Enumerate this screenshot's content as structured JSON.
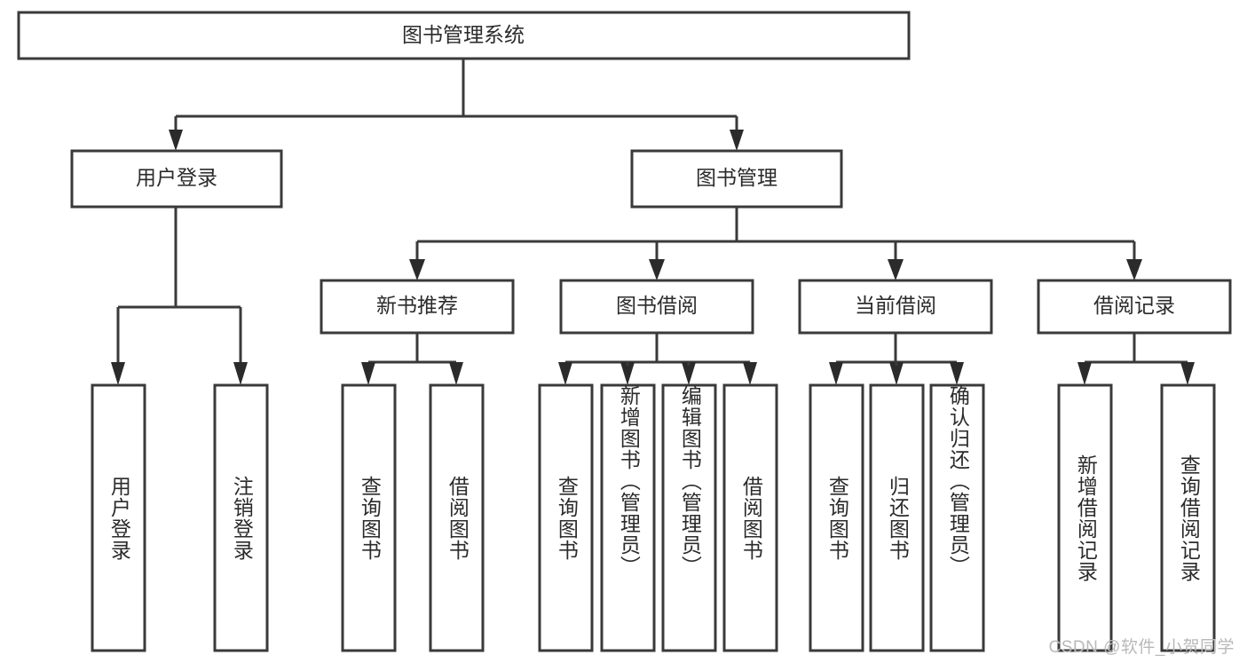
{
  "diagram": {
    "type": "tree-hierarchy",
    "title": "图书管理系统",
    "orientation": "top-down",
    "root": {
      "label": "图书管理系统"
    },
    "level2": [
      {
        "label": "用户登录"
      },
      {
        "label": "图书管理"
      }
    ],
    "level3": [
      {
        "label": "新书推荐"
      },
      {
        "label": "图书借阅"
      },
      {
        "label": "当前借阅"
      },
      {
        "label": "借阅记录"
      }
    ],
    "leaves": {
      "user_login": [
        {
          "label": "用户登录"
        },
        {
          "label": "注销登录"
        }
      ],
      "new_book_recommend": [
        {
          "label": "查询图书"
        },
        {
          "label": "借阅图书"
        }
      ],
      "book_borrow": [
        {
          "label": "查询图书"
        },
        {
          "label": "新增图书（管理员）"
        },
        {
          "label": "编辑图书（管理员）"
        },
        {
          "label": "借阅图书"
        }
      ],
      "current_borrow": [
        {
          "label": "查询图书"
        },
        {
          "label": "归还图书"
        },
        {
          "label": "确认归还（管理员）"
        }
      ],
      "borrow_record": [
        {
          "label": "新增借阅记录"
        },
        {
          "label": "查询借阅记录"
        }
      ]
    }
  },
  "watermark": {
    "text": "CSDN @软件_小贺同学"
  },
  "colors": {
    "stroke": "#3a3a3a",
    "text": "#2b2b2b",
    "background": "#ffffff",
    "watermark": "#b9b9b9"
  }
}
